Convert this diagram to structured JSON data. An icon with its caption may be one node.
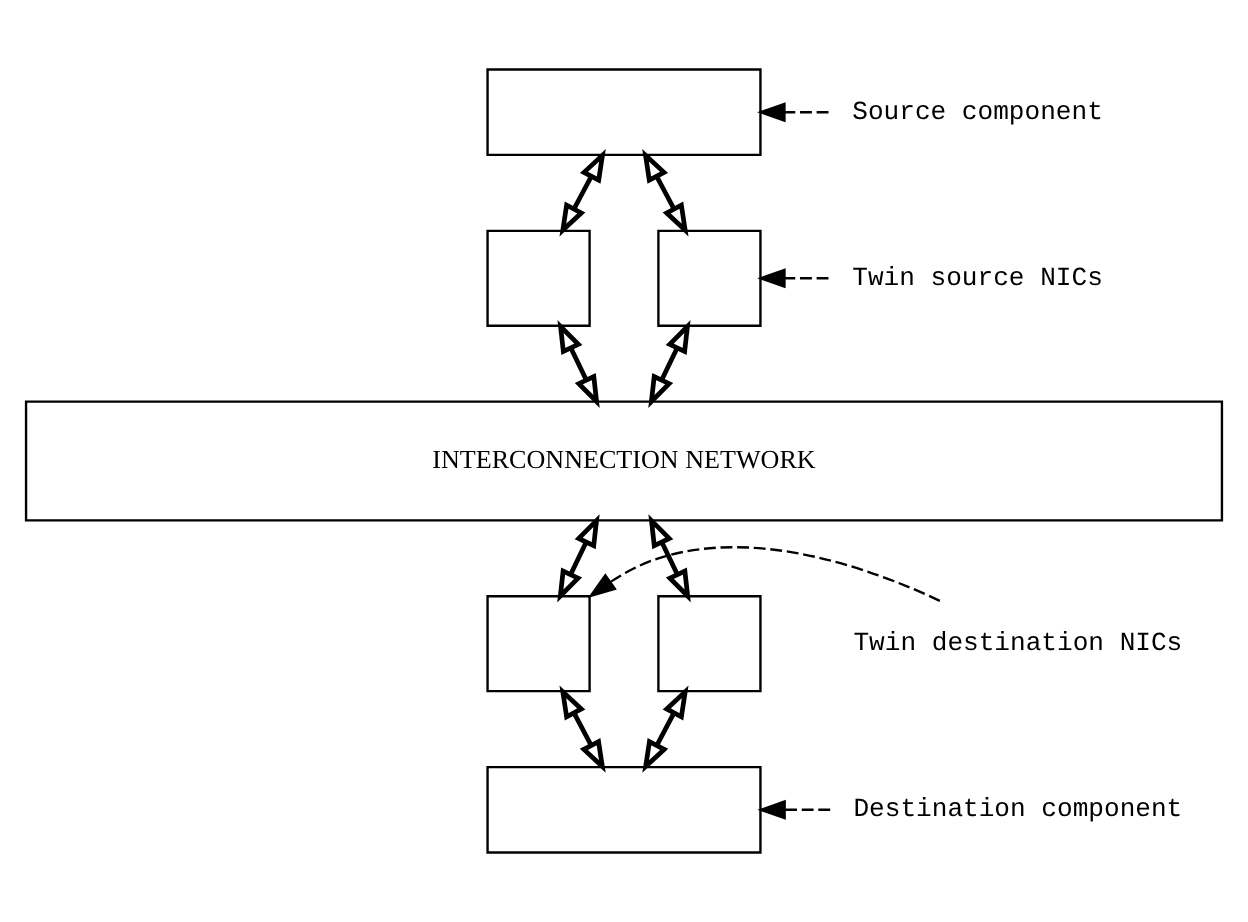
{
  "diagram": {
    "nodes": [
      {
        "text": [],
        "shape": "box"
      },
      {
        "text": [
          "Source component"
        ]
      },
      {
        "text": [],
        "shape": "box"
      },
      {
        "text": [],
        "shape": "box"
      },
      {
        "text": [
          "Twin source NICs"
        ]
      },
      {
        "text": [
          "INTERCONNECTION NETWORK"
        ]
      },
      {
        "text": [],
        "shape": "box"
      },
      {
        "text": [],
        "shape": "box"
      },
      {
        "text": [
          "Twin destination NICs"
        ]
      },
      {
        "text": [],
        "shape": "box"
      },
      {
        "text": [
          "Destination component"
        ]
      }
    ],
    "edges": [
      {
        "from": 1,
        "to": 0,
        "arrow": "to",
        "style": "dashed"
      },
      {
        "from": 0,
        "to": 2,
        "arrow": "both"
      },
      {
        "from": 0,
        "to": 3,
        "arrow": "both"
      },
      {
        "from": 4,
        "to": 3,
        "arrow": "to",
        "style": "dashed"
      },
      {
        "from": 2,
        "to": 5,
        "arrow": "both"
      },
      {
        "from": 3,
        "to": 5,
        "arrow": "both"
      },
      {
        "from": 5,
        "to": 6,
        "arrow": "both"
      },
      {
        "from": 5,
        "to": 7,
        "arrow": "both"
      },
      {
        "from": 8,
        "to": 6,
        "arrow": "to",
        "style": "dashed"
      },
      {
        "from": 6,
        "to": 9,
        "arrow": "both"
      },
      {
        "from": 7,
        "to": 9,
        "arrow": "both"
      },
      {
        "from": 10,
        "to": 9,
        "arrow": "to",
        "style": "dashed"
      }
    ]
  }
}
